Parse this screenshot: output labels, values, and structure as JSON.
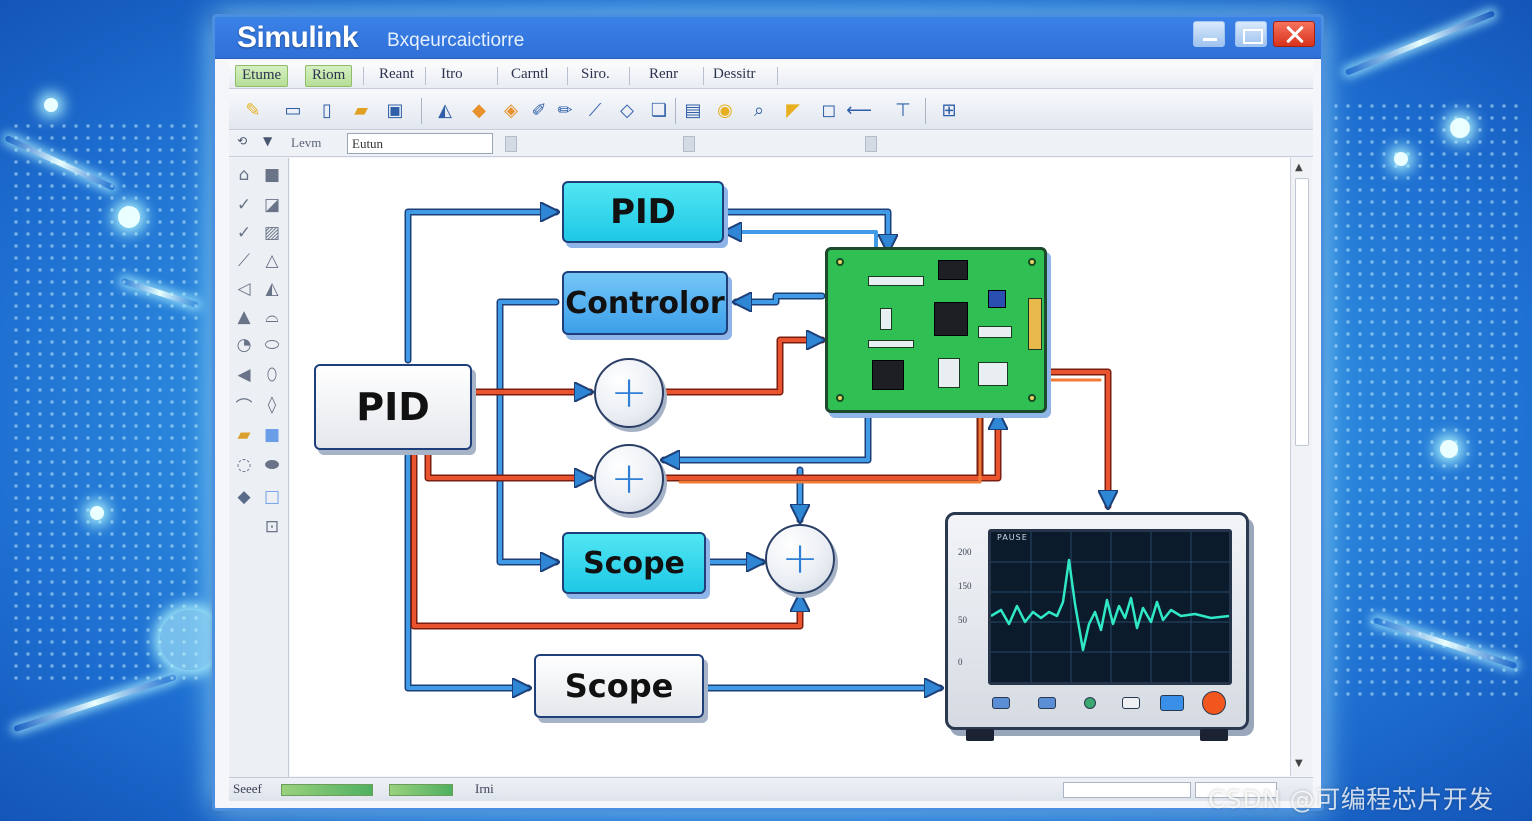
{
  "window": {
    "app_title": "Simulink",
    "doc_title": "Bxqeurcaictiorre"
  },
  "menu": [
    {
      "label": "Etume",
      "active": true
    },
    {
      "label": "Riom",
      "active": true
    },
    {
      "label": "Reant",
      "active": false
    },
    {
      "label": "Itro",
      "active": false
    },
    {
      "label": "Carntl",
      "active": false
    },
    {
      "label": "Siro.",
      "active": false
    },
    {
      "label": "Renr",
      "active": false
    },
    {
      "label": "Dessitr",
      "active": false
    }
  ],
  "addressbar": {
    "label": "Levm",
    "value": "Eutun"
  },
  "diagram": {
    "blocks": {
      "pid_top": "PID",
      "controller": "Controlor",
      "pid_left": "PID",
      "scope_mid": "Scope",
      "scope_bottom": "Scope"
    },
    "sum_symbol": "+"
  },
  "scope_monitor": {
    "screen_title": "PAUSE",
    "labels": [
      "200",
      "150",
      "50",
      "0"
    ]
  },
  "statusbar": {
    "left_text": "Seeef",
    "right_text": "Irni"
  },
  "watermark": "CSDN @可编程芯片开发",
  "colors": {
    "signal_blue": "#2f86d4",
    "signal_red": "#e14b2a",
    "signal_orange": "#ee6a2c",
    "block_cyan": "#28d2ea",
    "pcb_green": "#2fbf52",
    "waveform": "#2ee6c2"
  }
}
